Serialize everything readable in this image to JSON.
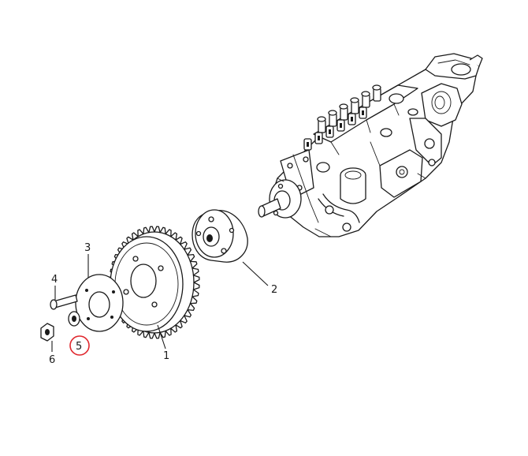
{
  "callouts": {
    "c1": "1",
    "c2": "2",
    "c3": "3",
    "c4": "4",
    "c5": "5",
    "c6": "6"
  },
  "highlight": {
    "part": "5",
    "color": "#e0282e"
  }
}
